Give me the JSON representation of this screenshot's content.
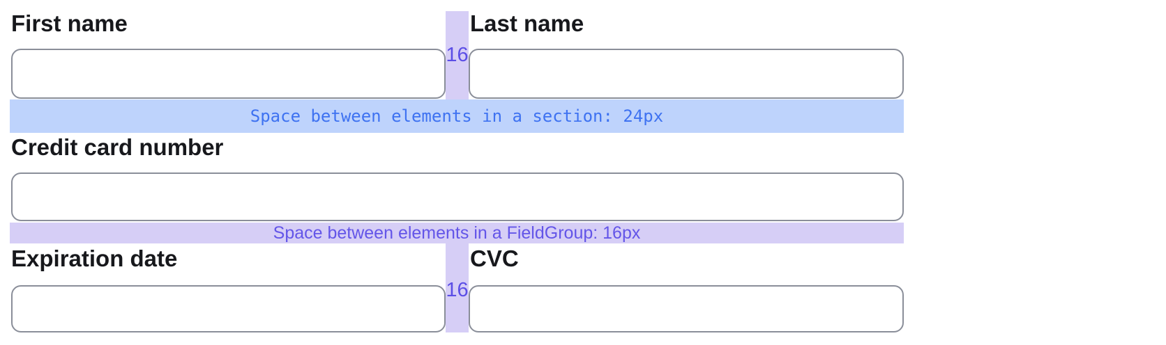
{
  "labels": {
    "first_name": "First name",
    "last_name": "Last name",
    "credit_card_number": "Credit card number",
    "expiration_date": "Expiration date",
    "cvc": "CVC"
  },
  "inputs": {
    "first_name_value": "",
    "last_name_value": "",
    "credit_card_number_value": "",
    "expiration_date_value": "",
    "cvc_value": ""
  },
  "annotations": {
    "section_gap_text": "Space between elements in a section: 24px",
    "fieldgroup_gap_text": "Space between elements in a FieldGroup: 16px",
    "column_gap_value": "16"
  },
  "colors": {
    "section_band_bg": "#bed3fc",
    "section_band_text": "#3e72f1",
    "group_band_bg": "#d6cef6",
    "group_band_text": "#6355e8",
    "gap_label_color": "#5b4ee6",
    "input_border": "#8a8e99",
    "label_color": "#17181c",
    "page_bg": "#ffffff"
  }
}
